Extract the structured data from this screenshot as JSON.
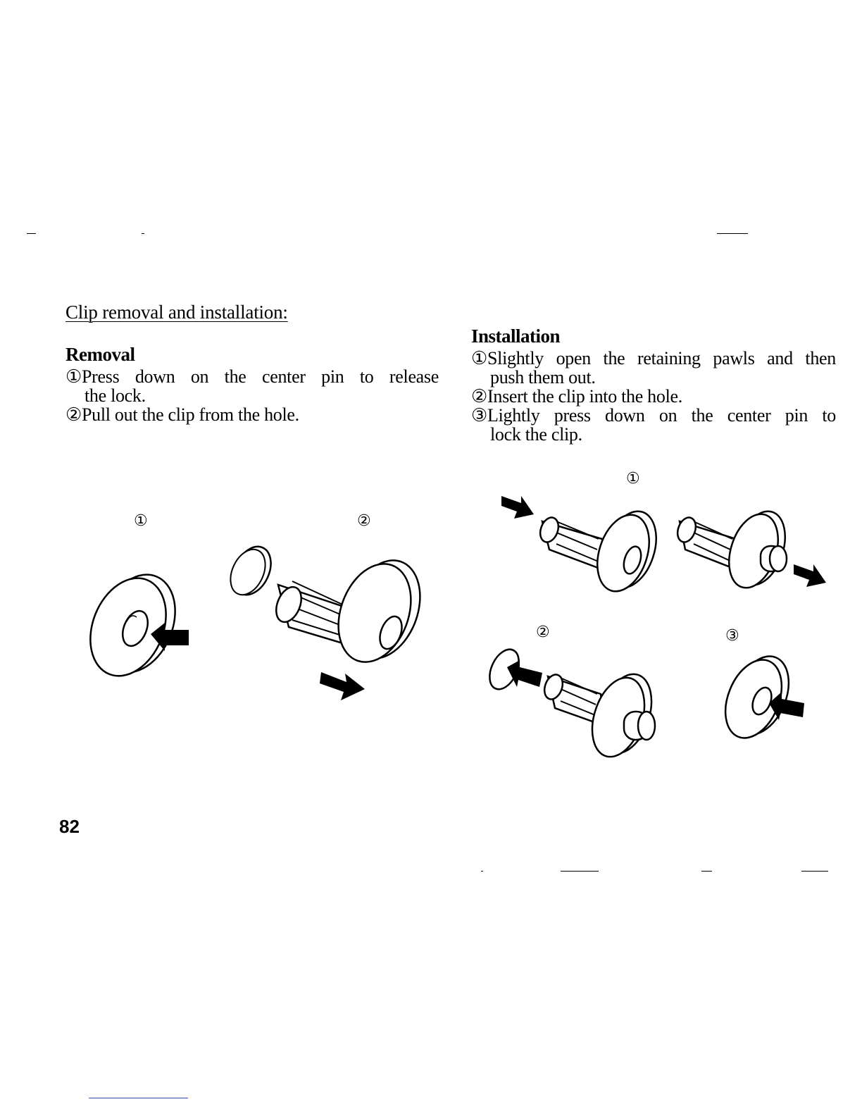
{
  "section_title": "Clip removal and installation:",
  "removal": {
    "heading": "Removal",
    "steps": [
      {
        "num": "①",
        "text": "Press down on the center pin to release",
        "cont": "the lock."
      },
      {
        "num": "②",
        "text": "Pull out the clip from the hole.",
        "cont": ""
      }
    ],
    "figure_markers": [
      "①",
      "②"
    ]
  },
  "installation": {
    "heading": "Installation",
    "steps": [
      {
        "num": "①",
        "text": "Slightly open the retaining pawls and then",
        "cont": "push them out."
      },
      {
        "num": "②",
        "text": "Insert the clip into the hole.",
        "cont": ""
      },
      {
        "num": "③",
        "text": "Lightly press down on the center pin to",
        "cont": "lock the clip."
      }
    ],
    "figure_markers": [
      "①",
      "②",
      "③"
    ]
  },
  "page_number": "82",
  "icons": [
    "clip-icon",
    "arrow-icon"
  ]
}
